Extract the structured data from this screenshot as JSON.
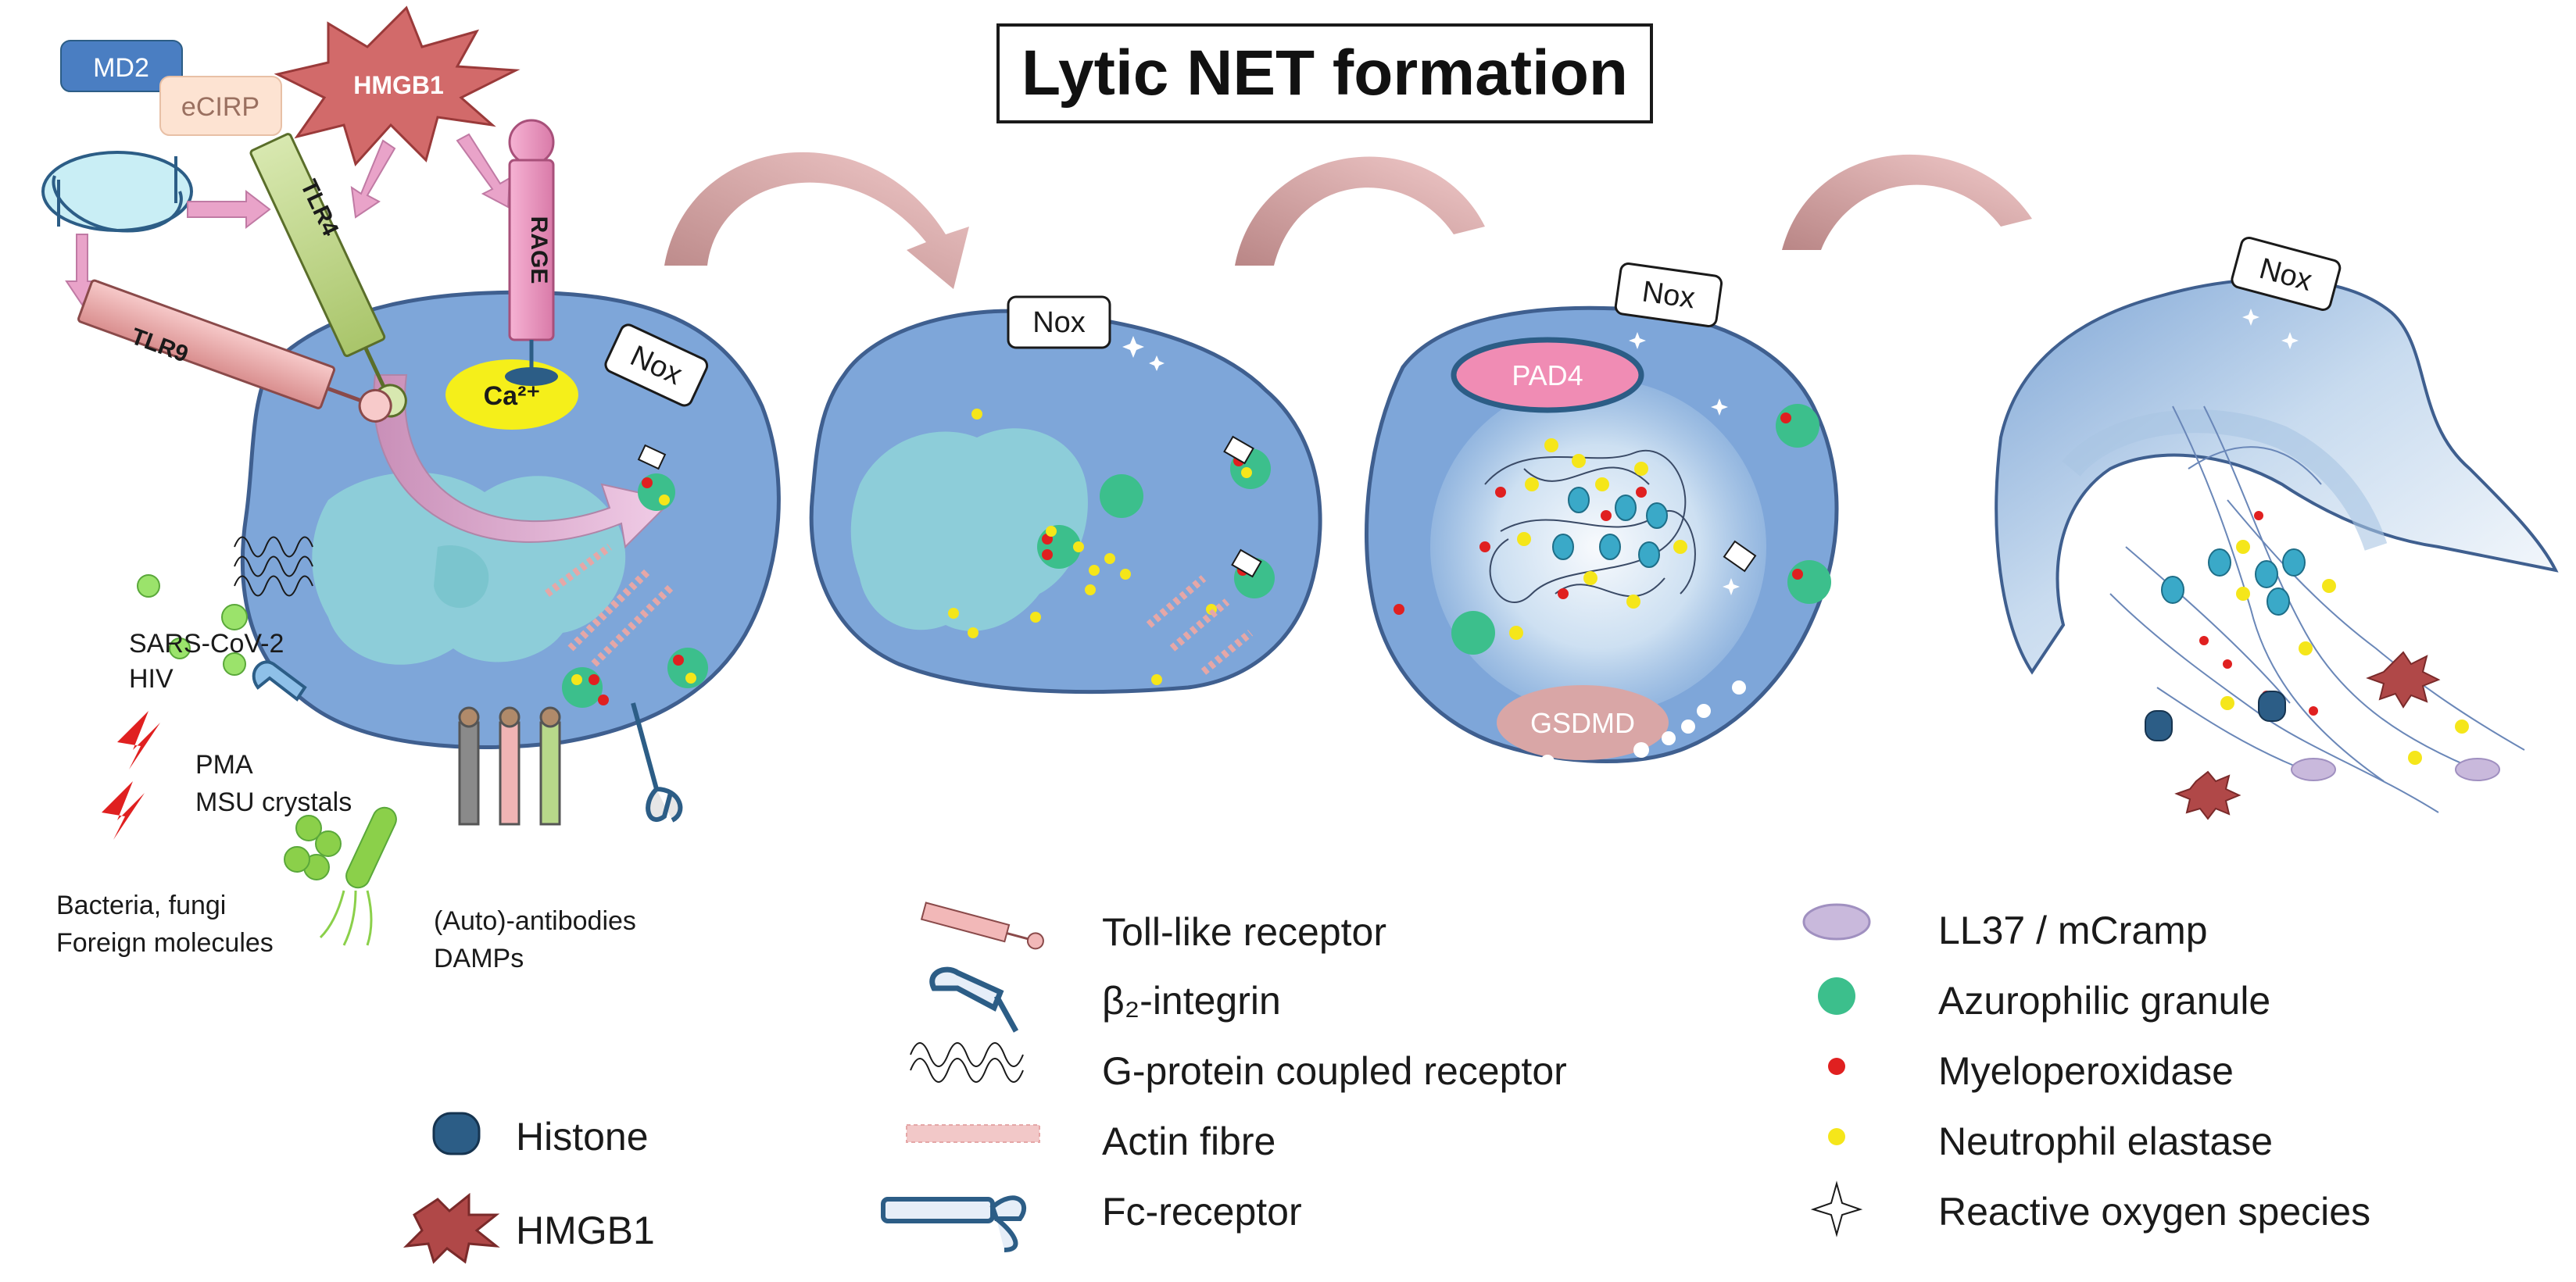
{
  "title": "Lytic NET formation",
  "top_labels": {
    "md2": "MD2",
    "ecirp": "eCIRP",
    "hmgb1": "HMGB1",
    "tlr4": "TLR4",
    "tlr9": "TLR9",
    "rage": "RAGE",
    "calcium": "Ca²⁺",
    "nox": "Nox"
  },
  "cell_labels": {
    "nox2": "Nox",
    "nox3": "Nox",
    "nox4": "Nox",
    "pad4": "PAD4",
    "gsdmd": "GSDMD"
  },
  "stimuli": {
    "virus": "SARS-CoV-2\nHIV",
    "virus_line1": "SARS-CoV-2",
    "virus_line2": "HIV",
    "pma_line1": "PMA",
    "pma_line2": "MSU crystals",
    "bacteria_line1": "Bacteria, fungi",
    "bacteria_line2": "Foreign molecules",
    "antibodies_line1": "(Auto)-antibodies",
    "antibodies_line2": "DAMPs"
  },
  "legend": {
    "histone": "Histone",
    "hmgb1": "HMGB1",
    "tlr": "Toll-like receptor",
    "integrin": "β₂-integrin",
    "gpcr": "G-protein coupled receptor",
    "actin": "Actin fibre",
    "fc": "Fc-receptor",
    "ll37": "LL37 / mCramp",
    "azurophilic": "Azurophilic granule",
    "mpo": "Myeloperoxidase",
    "elastase": "Neutrophil elastase",
    "ros": "Reactive oxygen species"
  },
  "colors": {
    "cell": "#7ea6d9",
    "cell_stroke": "#3f5f8f",
    "nucleus": "#8fd3d8",
    "granule": "#3cbf8c",
    "mpo": "#e02020",
    "elastase": "#f5e61a",
    "arrow": "#d9a3a3",
    "pad4": "#f08cb4",
    "gsdmd": "#d9a6a6",
    "histone": "#2c5d86",
    "hmgb1": "#b04848",
    "ll37": "#c9b9dc",
    "tlr": "#f2b8b8",
    "calcium": "#f5ef1a"
  }
}
